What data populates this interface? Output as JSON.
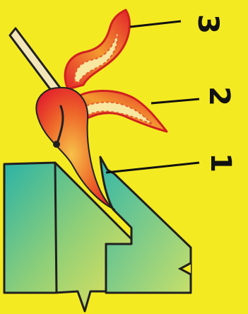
{
  "labels": [
    {
      "id": "1",
      "text": "1"
    },
    {
      "id": "2",
      "text": "2"
    },
    {
      "id": "3",
      "text": "3"
    }
  ],
  "colors": {
    "background": "#f4ea22",
    "block_blue": "#1fa7a0",
    "block_yellow": "#e9e35a",
    "flame_red": "#e3242b",
    "flame_orange": "#f39a2e",
    "flame_cream": "#f7e7a0",
    "outline": "#202020"
  }
}
